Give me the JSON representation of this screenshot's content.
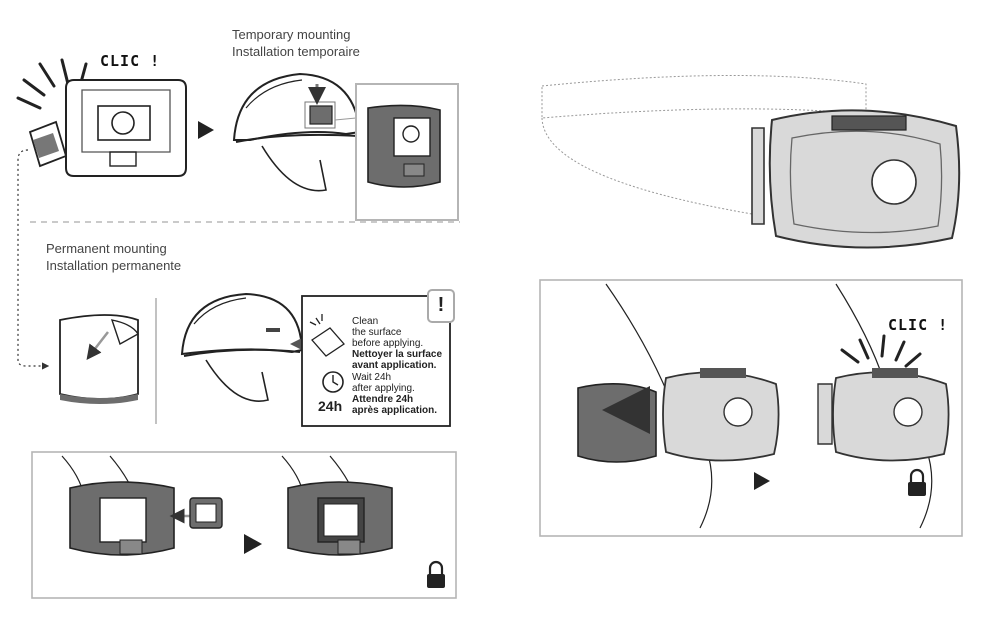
{
  "temporary": {
    "label_en": "Temporary mounting",
    "label_fr": "Installation temporaire",
    "clic": "CLIC !"
  },
  "permanent": {
    "label_en": "Permanent mounting",
    "label_fr": "Installation permanente"
  },
  "notice": {
    "warning": "!",
    "clean_line1": "Clean",
    "clean_line2": "the surface",
    "clean_line3": "before applying.",
    "fr_clean_line1": "Nettoyer la surface",
    "fr_clean_line2": "avant application.",
    "wait_line1": "Wait 24h",
    "wait_line2": "after applying.",
    "fr_wait_line1": "Attendre 24h",
    "fr_wait_line2": "après application.",
    "hours": "24h"
  },
  "headlamp": {
    "clic": "CLIC !"
  },
  "colors": {
    "plate_dark": "#6d6d6d",
    "lamp_light": "#d9d9d9",
    "line": "#2a2a2a",
    "frame": "#b5b5b5"
  },
  "icons": [
    "lock-icon",
    "play-arrow-icon",
    "clock-icon",
    "cloth-icon",
    "warning-icon"
  ]
}
